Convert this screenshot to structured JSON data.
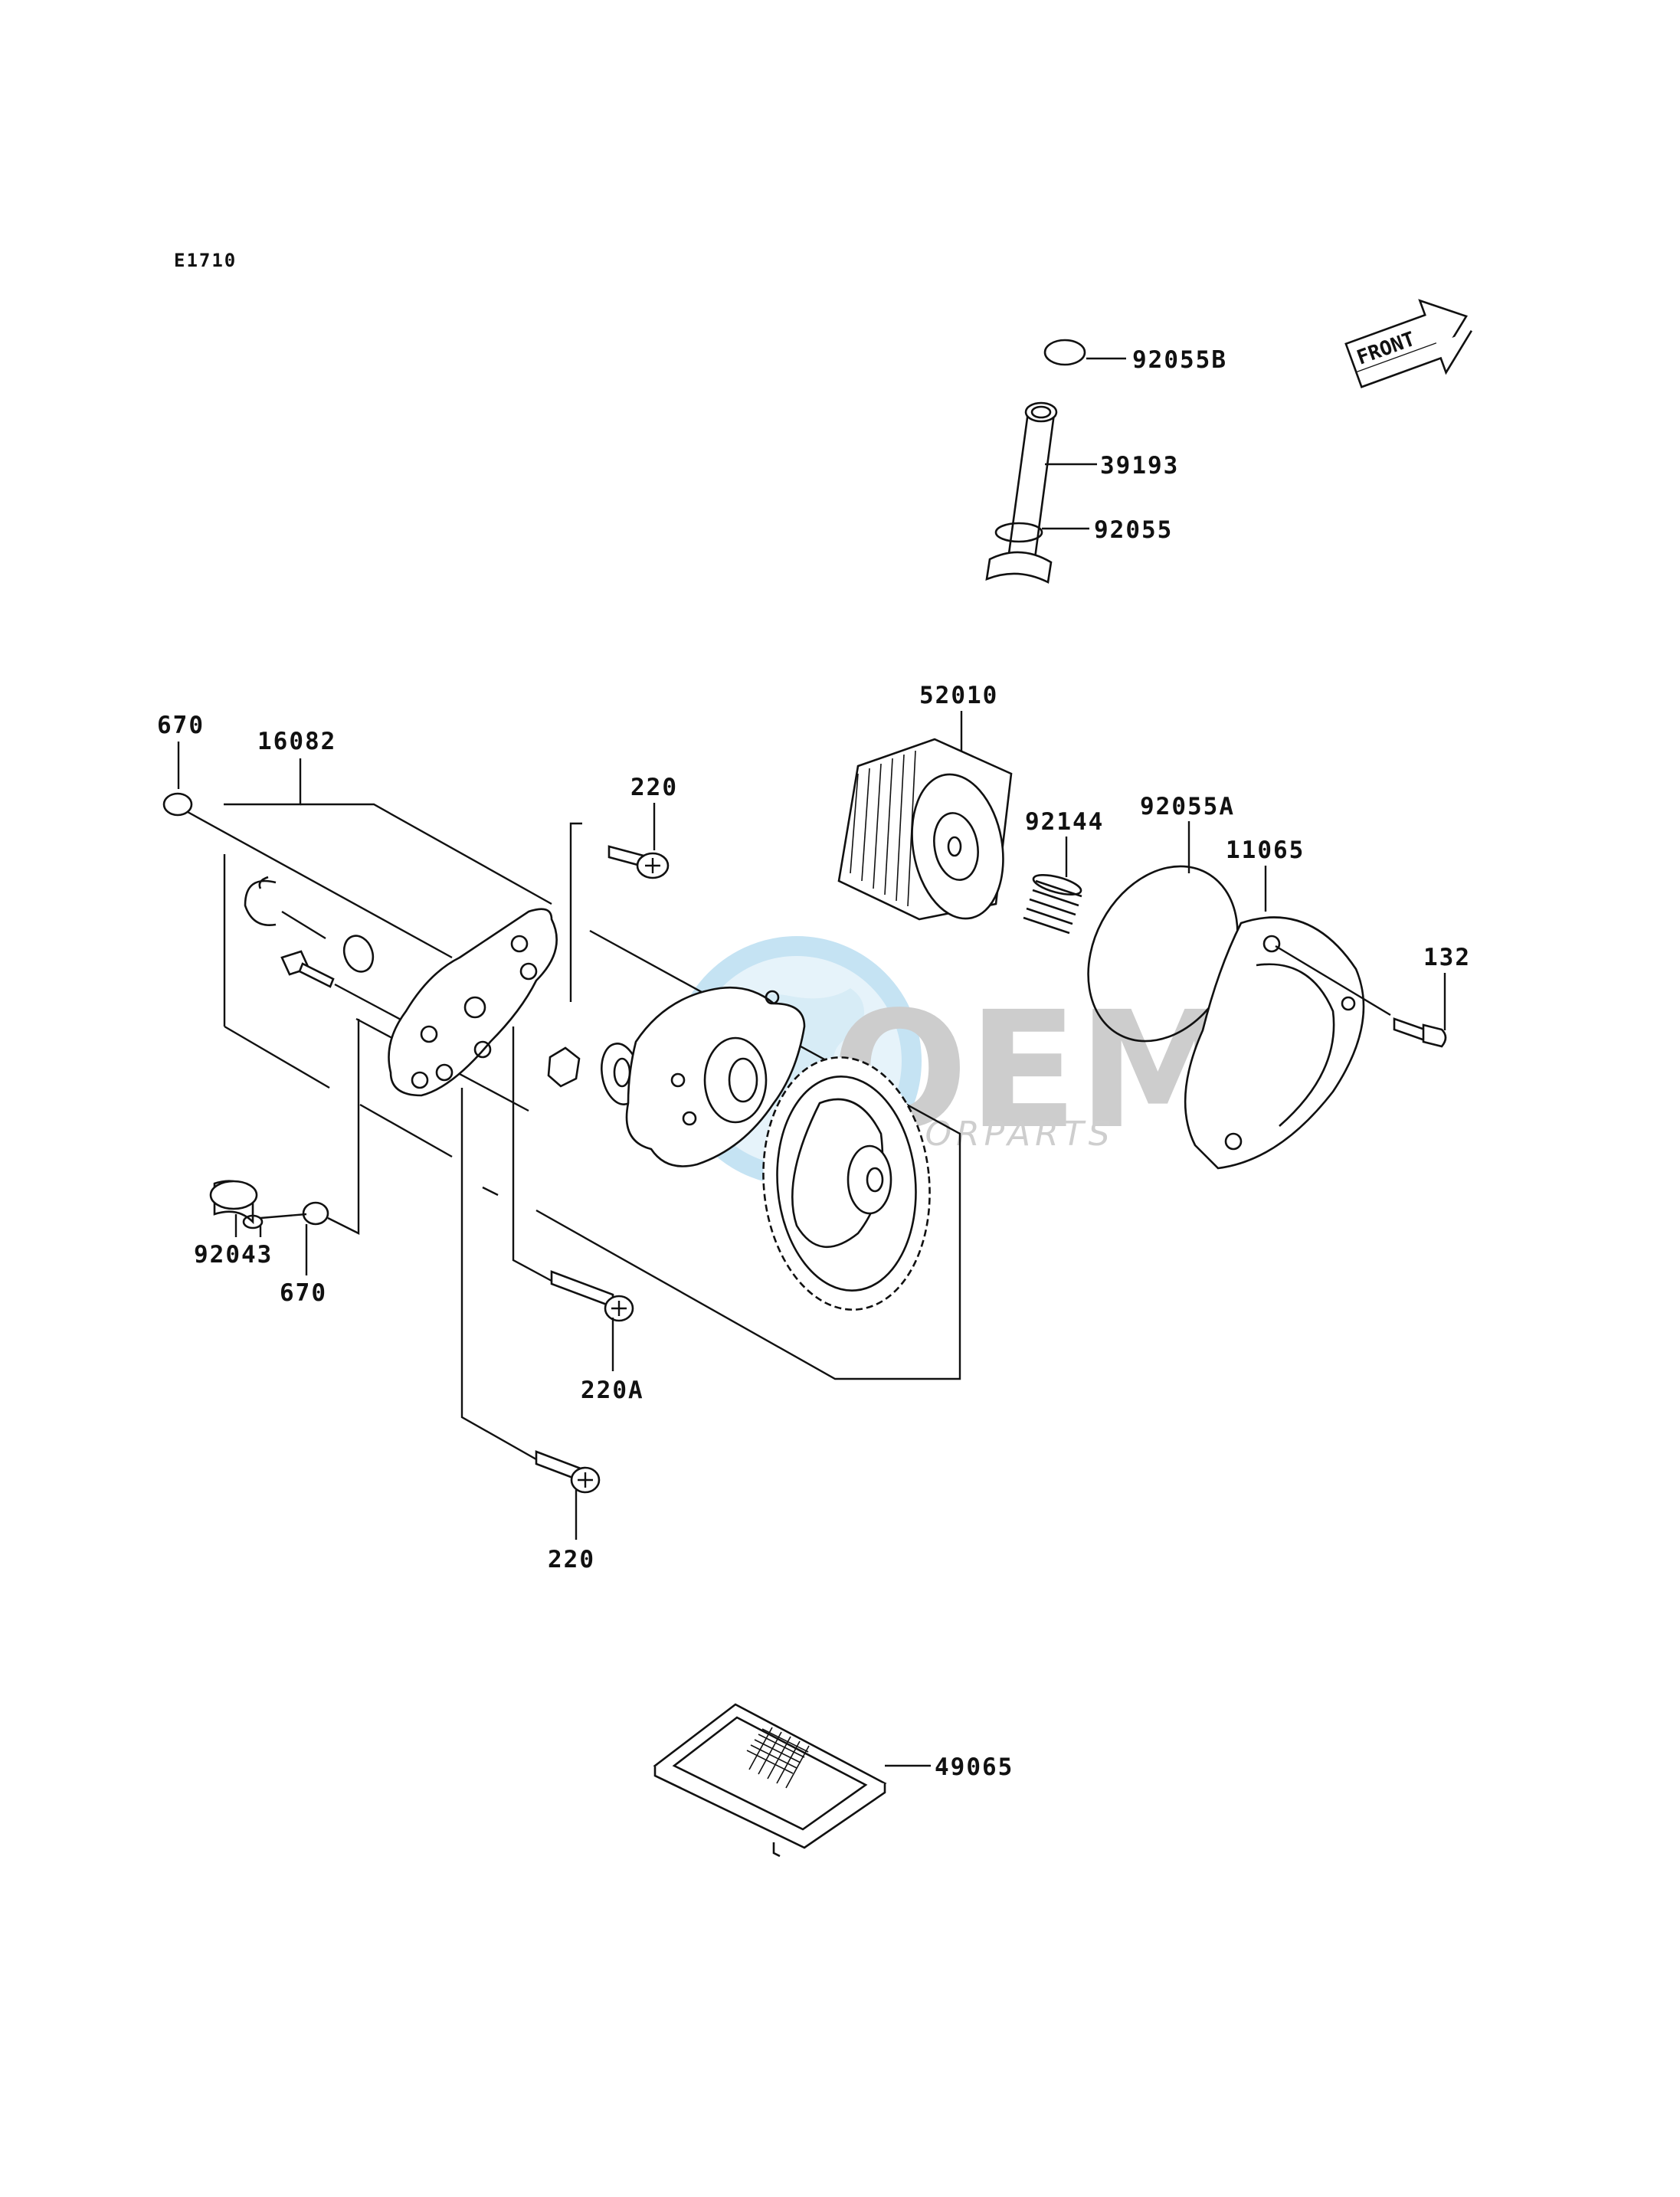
{
  "diagram_code": "E1710",
  "front_label": "FRONT",
  "watermark": {
    "brand": "OEM",
    "subtitle": "MOTORPARTS"
  },
  "callouts": {
    "c92055B": "92055B",
    "c39193": "39193",
    "c92055": "92055",
    "c52010": "52010",
    "c92144": "92144",
    "c92055A": "92055A",
    "c11065": "11065",
    "c132": "132",
    "c670_top": "670",
    "c16082": "16082",
    "c220_top": "220",
    "c92043": "92043",
    "c670_bottom": "670",
    "c220A": "220A",
    "c220_bottom": "220",
    "c49065": "49065"
  },
  "colors": {
    "line": "#111111",
    "watermark_blue": "#bfe0f2",
    "watermark_grey": "#c8c8c8"
  }
}
